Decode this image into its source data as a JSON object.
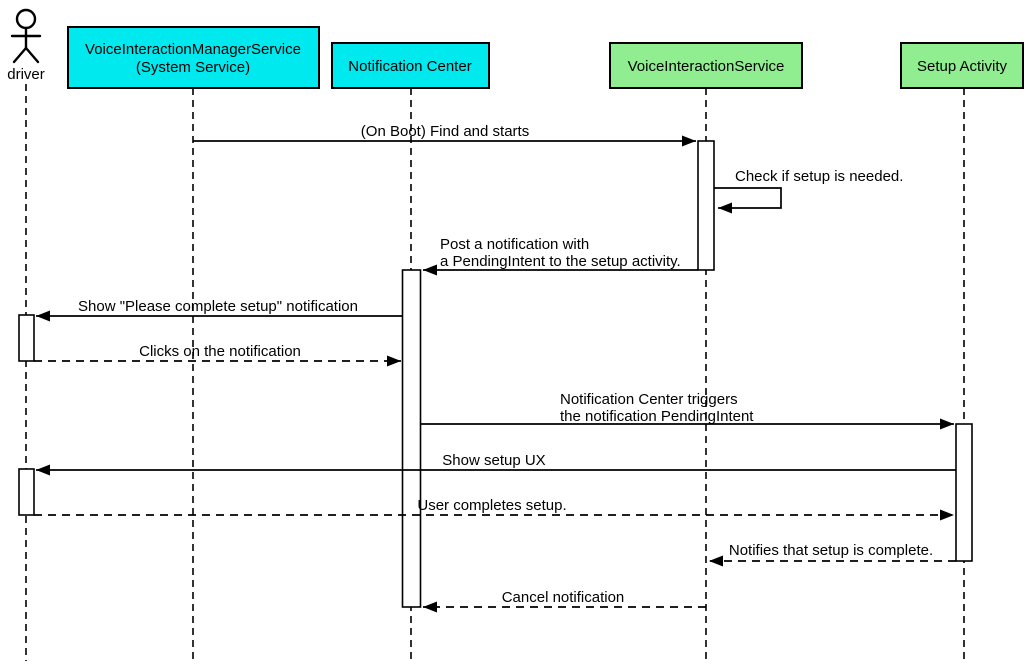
{
  "colors": {
    "cyan": "#00e9ee",
    "green": "#90ee90",
    "line": "#000000",
    "background": "#ffffff"
  },
  "actor": {
    "label": "driver"
  },
  "participants": [
    {
      "id": "voice-interaction-manager-service",
      "label_line1": "VoiceInteractionManagerService",
      "label_line2": "(System Service)",
      "color": "cyan"
    },
    {
      "id": "notification-center",
      "label": "Notification Center",
      "color": "cyan"
    },
    {
      "id": "voice-interaction-service",
      "label": "VoiceInteractionService",
      "color": "green"
    },
    {
      "id": "setup-activity",
      "label": "Setup Activity",
      "color": "green"
    }
  ],
  "messages": [
    {
      "from": "VoiceInteractionManagerService (System Service)",
      "to": "VoiceInteractionService",
      "line_style": "solid",
      "label": "(On Boot) Find and starts"
    },
    {
      "from": "VoiceInteractionService",
      "to": "VoiceInteractionService",
      "line_style": "solid-self",
      "label": "Check if setup is needed."
    },
    {
      "from": "VoiceInteractionService",
      "to": "Notification Center",
      "line_style": "solid",
      "label_line1": "Post a notification with",
      "label_line2": "a PendingIntent to the setup activity."
    },
    {
      "from": "Notification Center",
      "to": "driver",
      "line_style": "solid",
      "label": "Show \"Please complete setup\" notification"
    },
    {
      "from": "driver",
      "to": "Notification Center",
      "line_style": "dashed",
      "label": "Clicks on the notification"
    },
    {
      "from": "Notification Center",
      "to": "Setup Activity",
      "line_style": "solid",
      "label_line1": "Notification Center triggers",
      "label_line2": "the notification PendingIntent"
    },
    {
      "from": "Setup Activity",
      "to": "driver",
      "line_style": "solid",
      "label": "Show setup UX"
    },
    {
      "from": "driver",
      "to": "Setup Activity",
      "line_style": "dashed",
      "label": "User completes setup."
    },
    {
      "from": "Setup Activity",
      "to": "VoiceInteractionService",
      "line_style": "dashed",
      "label": "Notifies that setup is complete."
    },
    {
      "from": "VoiceInteractionService",
      "to": "Notification Center",
      "line_style": "dashed",
      "label": "Cancel notification"
    }
  ]
}
